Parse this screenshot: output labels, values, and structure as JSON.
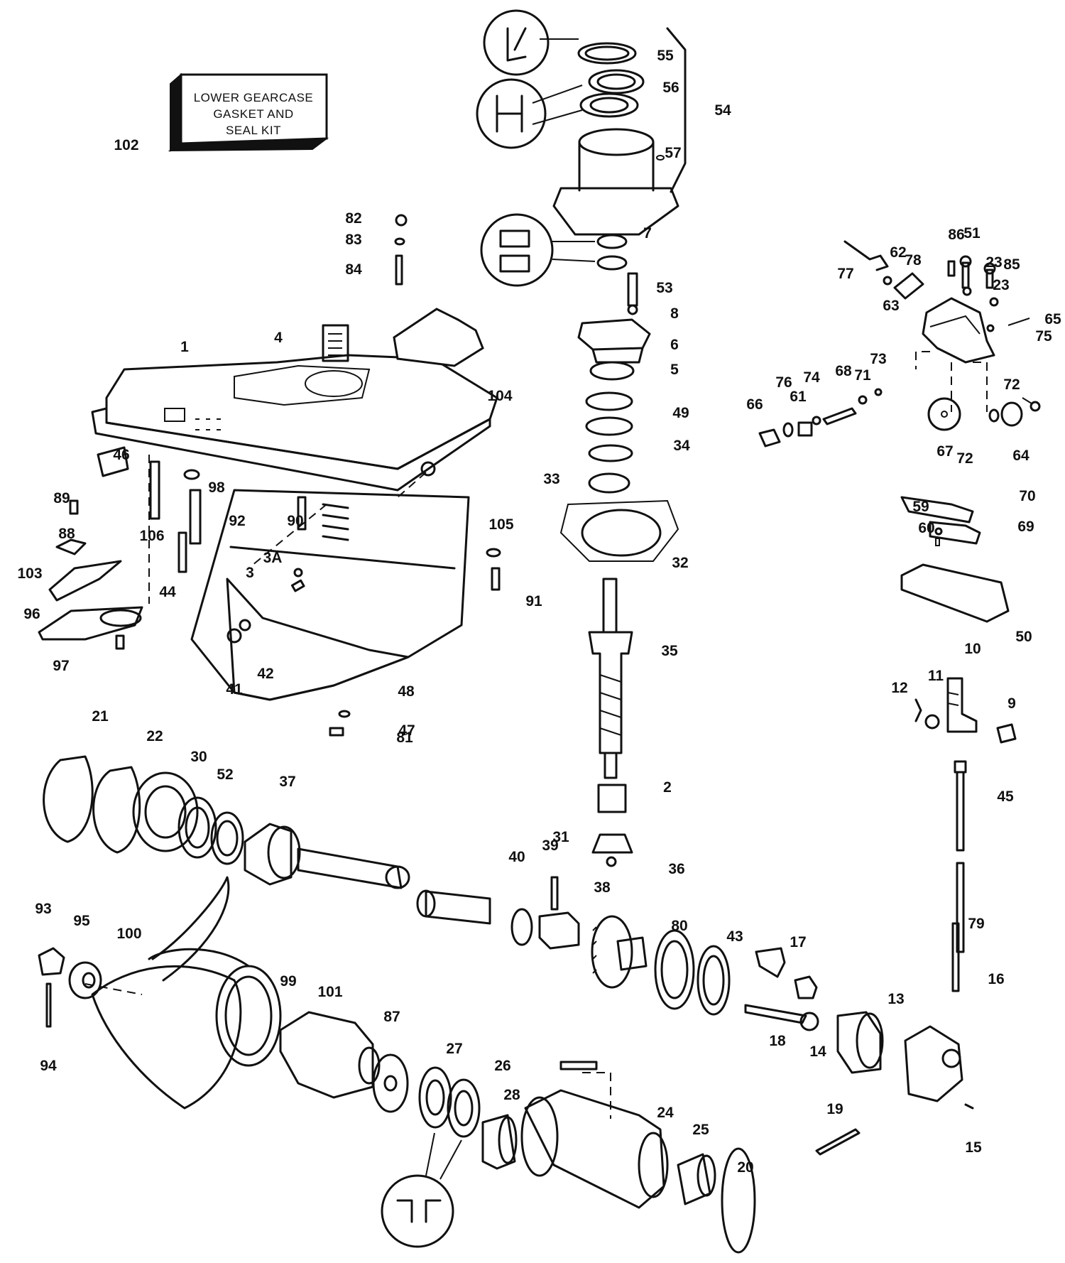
{
  "kit_box": {
    "lines": [
      "LOWER GEARCASE",
      "GASKET AND",
      "SEAL KIT"
    ]
  },
  "callouts": [
    "1",
    "2",
    "3",
    "3A",
    "4",
    "5",
    "6",
    "7",
    "8",
    "9",
    "10",
    "11",
    "12",
    "13",
    "14",
    "15",
    "16",
    "17",
    "18",
    "19",
    "20",
    "21",
    "22",
    "23",
    "23",
    "24",
    "25",
    "26",
    "27",
    "28",
    "30",
    "31",
    "32",
    "33",
    "34",
    "35",
    "36",
    "37",
    "38",
    "39",
    "40",
    "41",
    "42",
    "43",
    "44",
    "45",
    "46",
    "47",
    "48",
    "49",
    "50",
    "51",
    "52",
    "53",
    "54",
    "55",
    "56",
    "57",
    "59",
    "60",
    "61",
    "62",
    "63",
    "64",
    "65",
    "66",
    "67",
    "68",
    "69",
    "70",
    "71",
    "72",
    "72",
    "73",
    "74",
    "75",
    "76",
    "77",
    "78",
    "79",
    "80",
    "81",
    "82",
    "83",
    "84",
    "85",
    "86",
    "87",
    "88",
    "89",
    "90",
    "91",
    "92",
    "93",
    "94",
    "95",
    "96",
    "97",
    "98",
    "99",
    "100",
    "101",
    "102",
    "103",
    "104",
    "105",
    "106"
  ]
}
